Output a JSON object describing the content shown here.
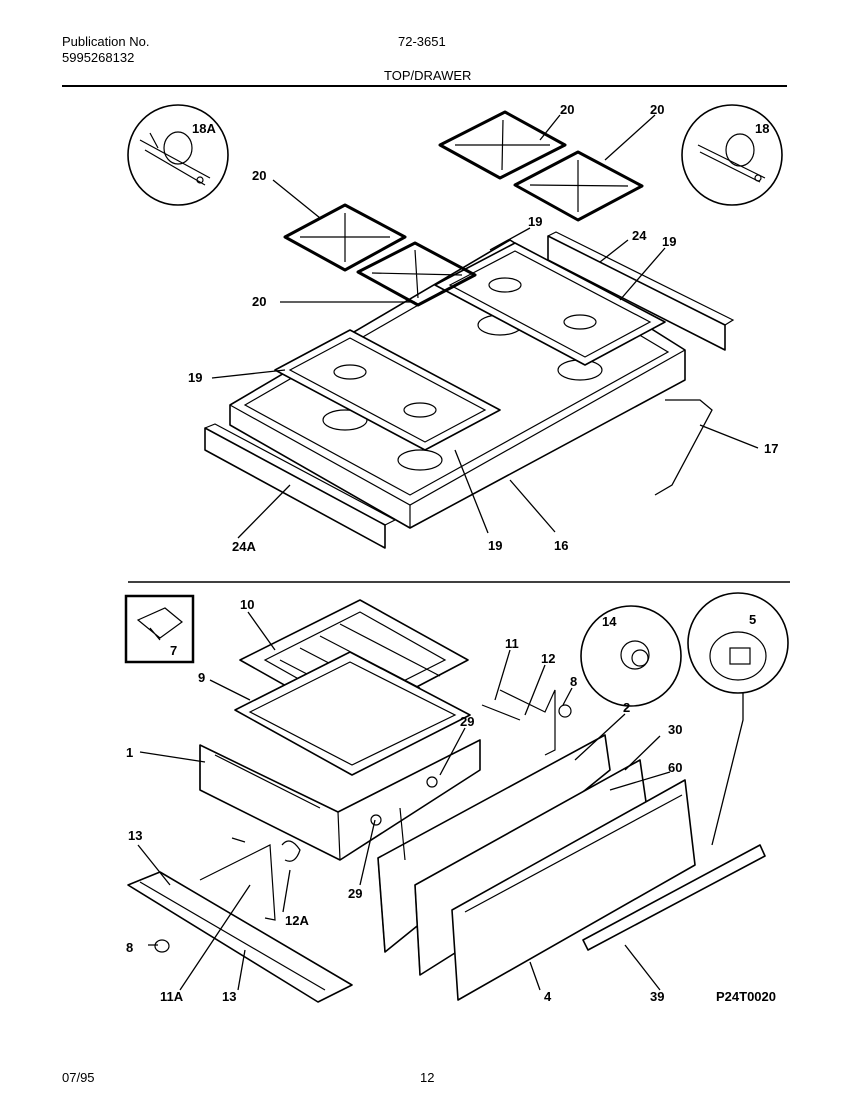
{
  "header": {
    "publication_label": "Publication No.",
    "publication_number": "5995268132",
    "model": "72-3651",
    "section_title": "TOP/DRAWER"
  },
  "footer": {
    "date": "07/95",
    "page": "12",
    "diagram_code": "P24T0020"
  },
  "callouts": {
    "c18A": "18A",
    "c18": "18",
    "c20a": "20",
    "c20b": "20",
    "c20c": "20",
    "c20d": "20",
    "c19a": "19",
    "c19b": "19",
    "c19c": "19",
    "c19d": "19",
    "c24": "24",
    "c24A": "24A",
    "c17": "17",
    "c16": "16",
    "c10": "10",
    "c9": "9",
    "c7": "7",
    "c1": "1",
    "c11": "11",
    "c12": "12",
    "c8a": "8",
    "c14": "14",
    "c5": "5",
    "c2": "2",
    "c30": "30",
    "c60": "60",
    "c29a": "29",
    "c29b": "29",
    "c13a": "13",
    "c13b": "13",
    "c12A": "12A",
    "c11A": "11A",
    "c8b": "8",
    "c4": "4",
    "c39": "39"
  }
}
